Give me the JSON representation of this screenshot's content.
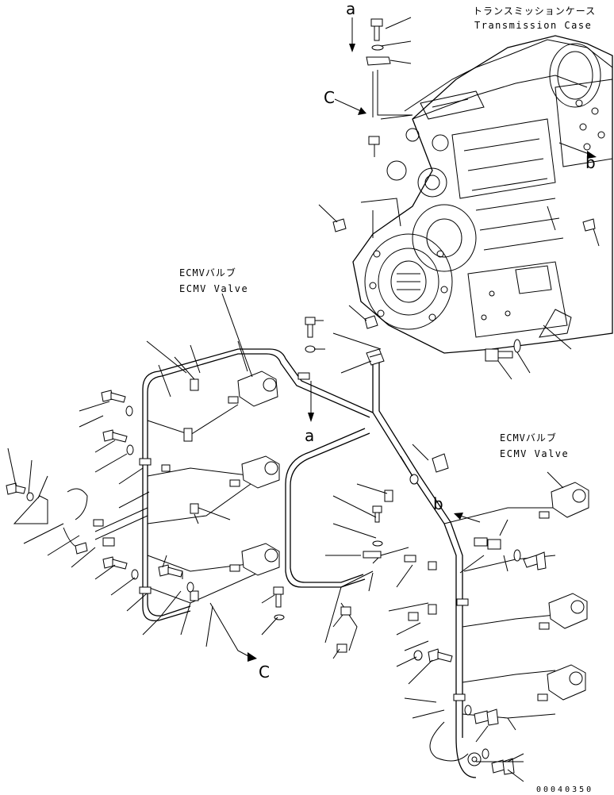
{
  "labels": {
    "transmission_case_jp": "トランスミッションケース",
    "transmission_case_en": "Transmission Case",
    "ecmv_valve_left_jp": "ECMVバルブ",
    "ecmv_valve_left_en": "ECMV Valve",
    "ecmv_valve_right_jp": "ECMVバルブ",
    "ecmv_valve_right_en": "ECMV Valve"
  },
  "reference_marks": {
    "a_top": "a",
    "a_mid": "a",
    "b_top": "b",
    "b_mid": "b",
    "c_top": "C",
    "c_bottom": "C"
  },
  "figure_number": "00040350"
}
